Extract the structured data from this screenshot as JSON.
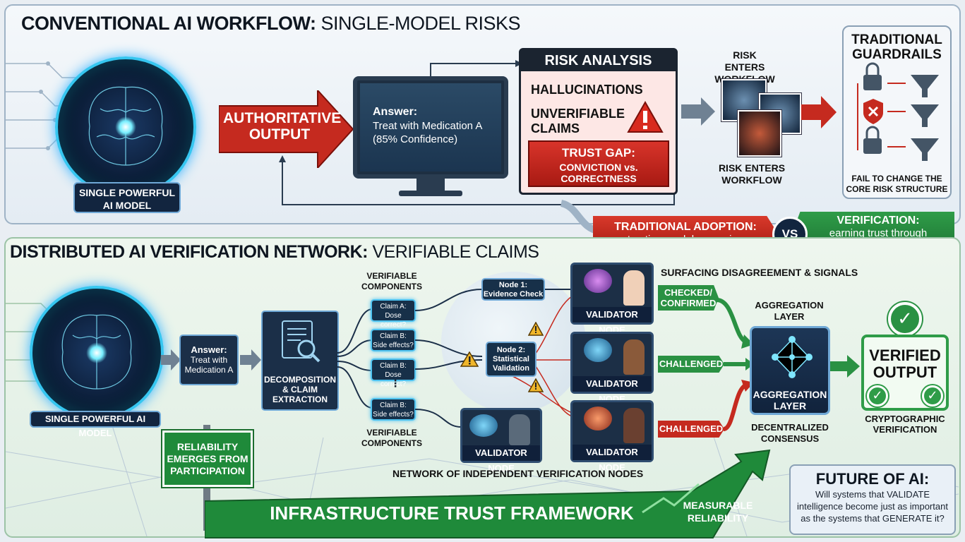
{
  "top": {
    "title_bold": "CONVENTIONAL AI WORKFLOW:",
    "title_light": "SINGLE-MODEL RISKS",
    "model_label": "SINGLE POWERFUL AI MODEL",
    "output_arrow": "AUTHORITATIVE OUTPUT",
    "monitor": {
      "answer_label": "Answer:",
      "answer_text": "Treat with Medication A",
      "confidence": "(85% Confidence)"
    },
    "risk": {
      "header": "RISK ANALYSIS",
      "item1": "HALLUCINATIONS",
      "item2": "UNVERIFIABLE CLAIMS",
      "gap_title": "TRUST GAP:",
      "gap_sub": "CONVICTION vs. CORRECTNESS"
    },
    "risk_enters_top": "RISK ENTERS WORKFLOW",
    "risk_enters_bottom": "RISK ENTERS WORKFLOW",
    "guardrails": {
      "title": "TRADITIONAL GUARDRAILS",
      "footer": "FAIL TO CHANGE THE CORE RISK STRUCTURE"
    }
  },
  "compare": {
    "trad_title": "TRADITIONAL ADOPTION:",
    "trad_sub": "trusting model reasoning",
    "vs": "VS",
    "verif_title": "VERIFICATION:",
    "verif_sub": "earning trust through network consensus"
  },
  "bottom": {
    "title_bold": "DISTRIBUTED AI VERIFICATION NETWORK:",
    "title_light": "VERIFIABLE CLAIMS",
    "model_label": "SINGLE POWERFUL AI MODEL",
    "answer": {
      "label": "Answer:",
      "text": "Treat with Medication A"
    },
    "decomp": "DECOMPOSITION & CLAIM EXTRACTION",
    "verifiable_top": "VERIFIABLE COMPONENTS",
    "verifiable_bottom": "VERIFIABLE COMPONENTS",
    "claims": [
      {
        "title": "Claim A:",
        "text": "Dose correct?"
      },
      {
        "title": "Claim B:",
        "text": "Side effects?"
      },
      {
        "title": "Claim B:",
        "text": "Dose correct?"
      },
      {
        "title": "Claim B:",
        "text": "Side effects?"
      }
    ],
    "node1": {
      "title": "Node 1:",
      "text": "Evidence Check"
    },
    "node2": {
      "title": "Node 2:",
      "text": "Statistical Validation"
    },
    "validator_label": "VALIDATOR NODE",
    "surfacing": "SURFACING DISAGREEMENT & SIGNALS",
    "tags": {
      "checked": "CHECKED/ CONFIRMED",
      "challenged1": "CHALLENGED",
      "challenged2": "CHALLENGED"
    },
    "aggregation_top": "AGGREGATION LAYER",
    "aggregation_inner": "AGGREGATION LAYER",
    "consensus": "DECENTRALIZED CONSENSUS",
    "verified": "VERIFIED OUTPUT",
    "crypto": "CRYPTOGRAPHIC VERIFICATION",
    "network_nodes": "NETWORK OF INDEPENDENT VERIFICATION NODES",
    "reliability_sign": "RELIABILITY EMERGES FROM PARTICIPATION",
    "framework": "INFRASTRUCTURE TRUST FRAMEWORK",
    "measurable": "MEASURABLE RELIABILITY",
    "future": {
      "title": "FUTURE OF AI:",
      "line1": "Will systems that VALIDATE",
      "line2": "intelligence become just as important",
      "line3": "as the systems that GENERATE it?"
    }
  },
  "colors": {
    "red": "#c52a1f",
    "green": "#2a9143",
    "navy": "#12253f",
    "cyan": "#36c6f0"
  }
}
